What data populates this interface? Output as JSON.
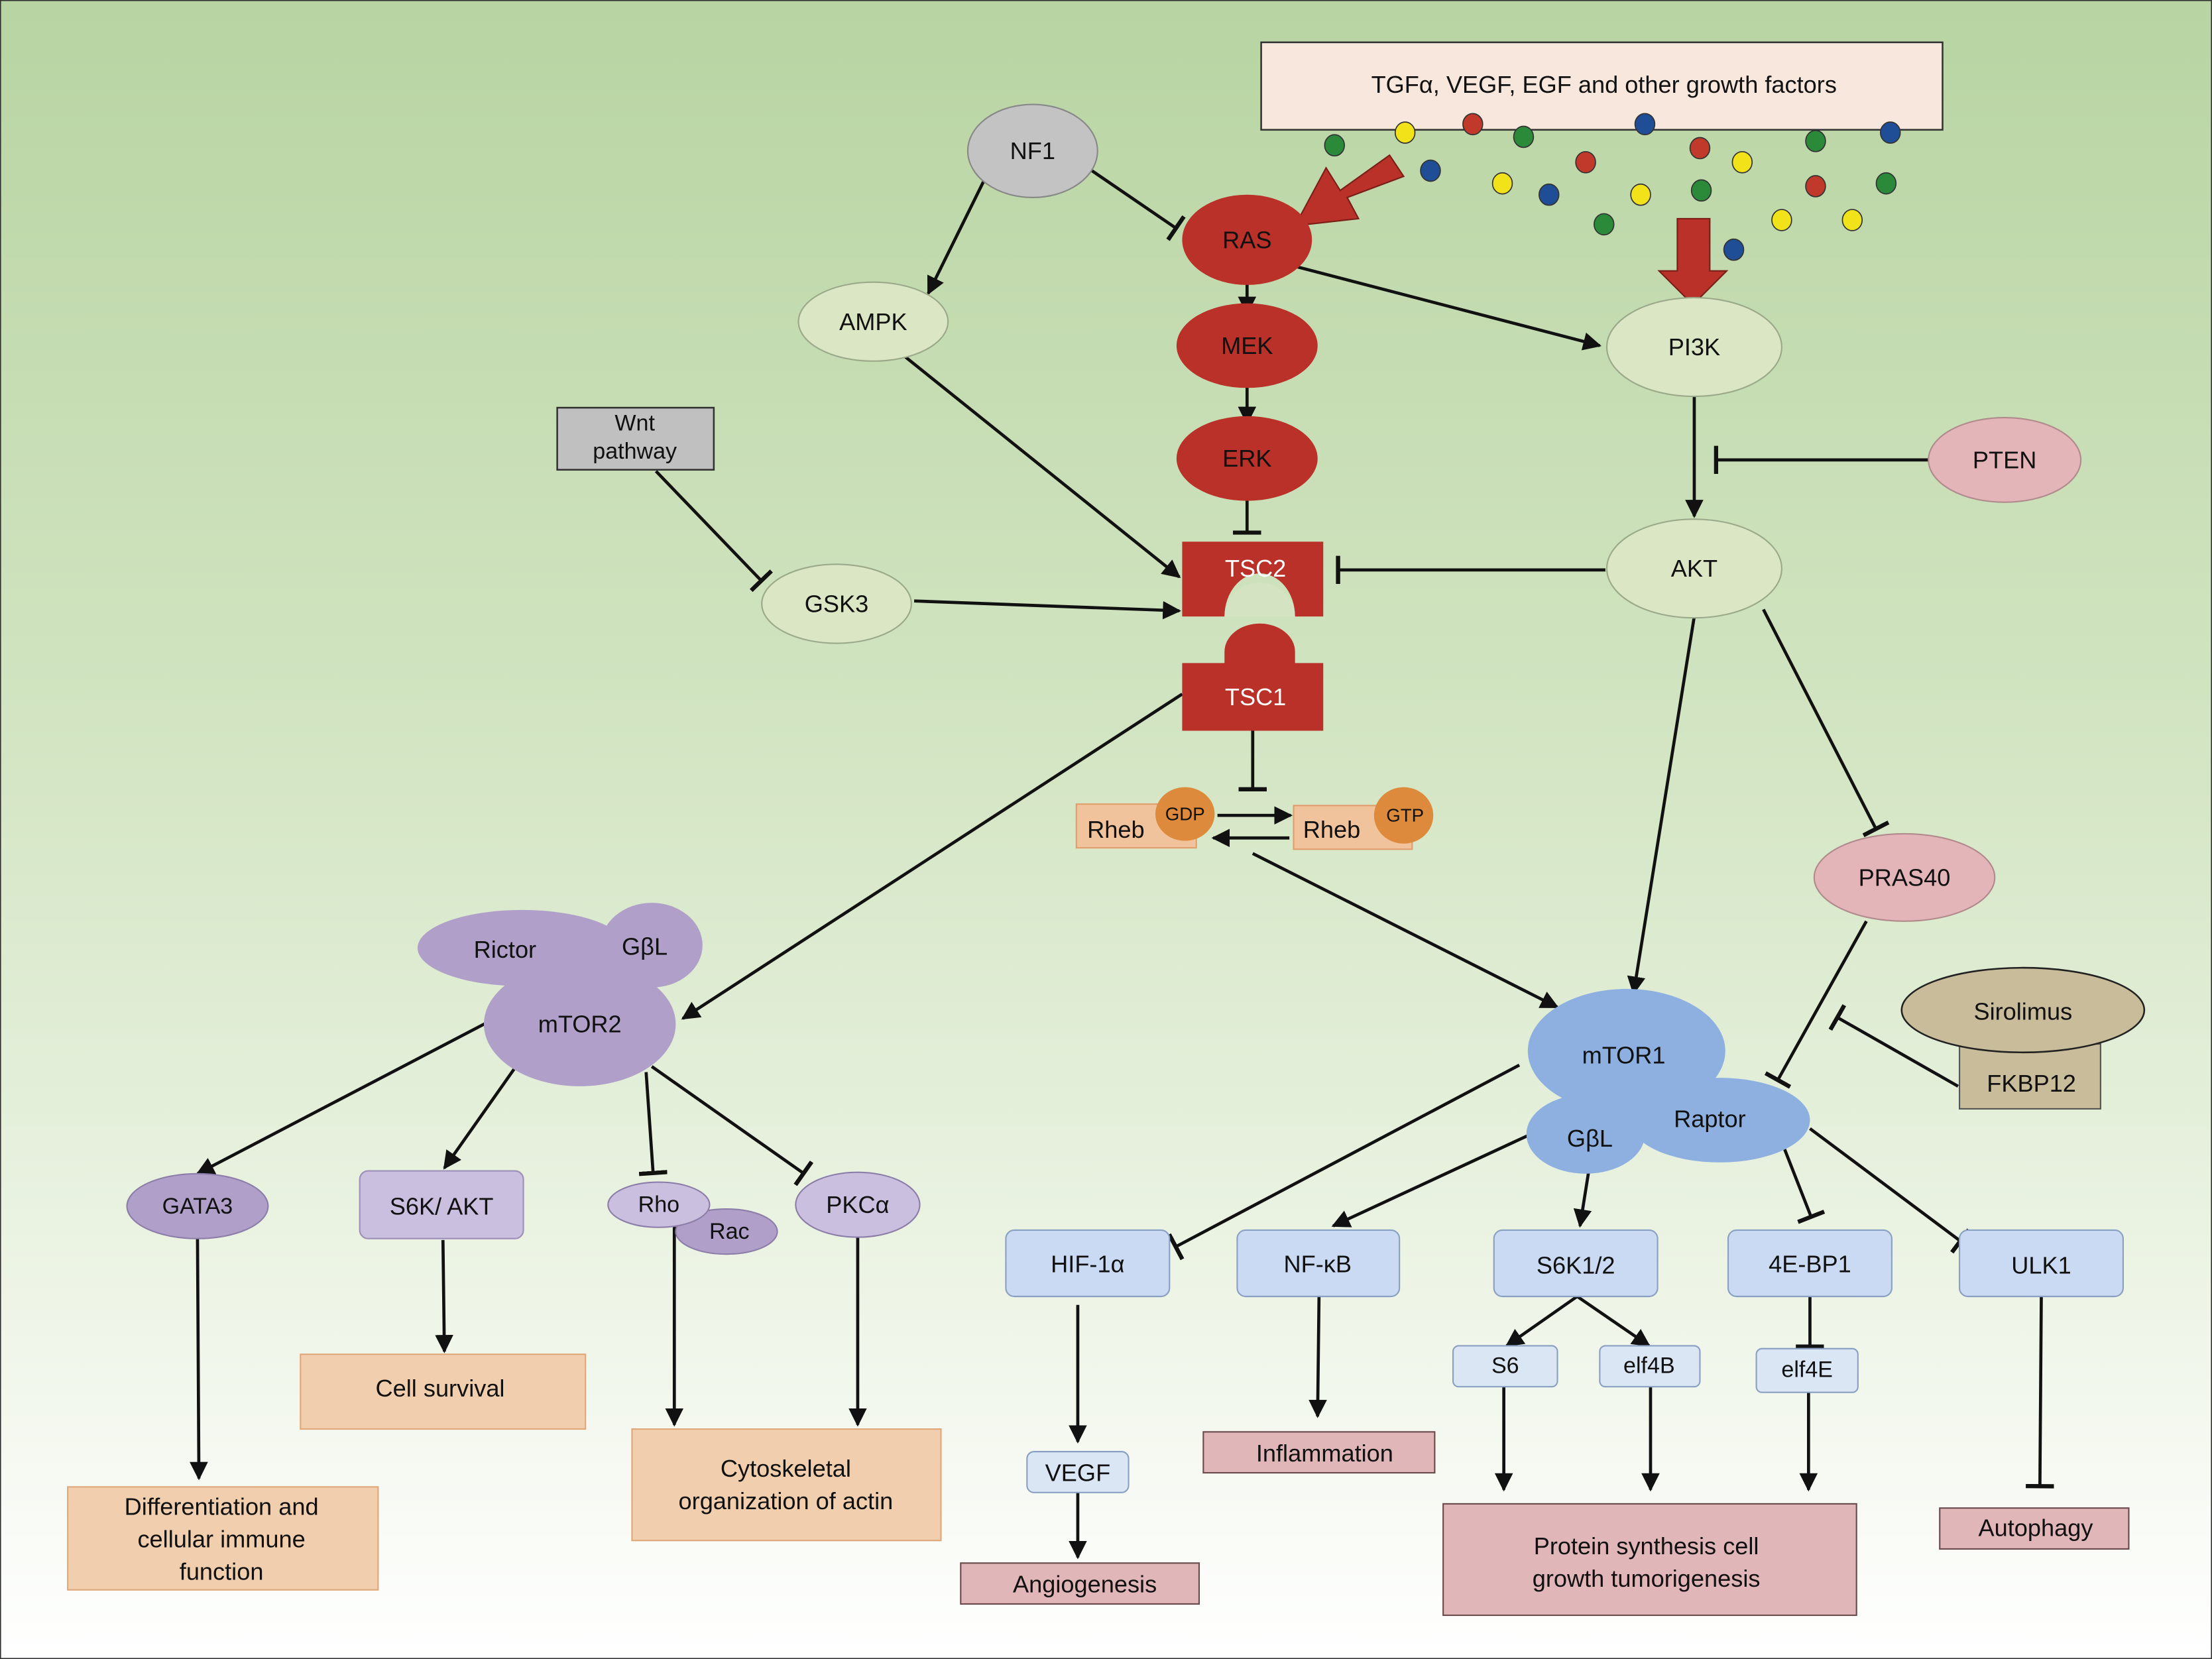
{
  "growth_factors": {
    "label": "TGFα, VEGF, EGF and other growth factors",
    "dot_colors": [
      "#2a8a3a",
      "#f2e21a",
      "#c0392b",
      "#1f4e96"
    ]
  },
  "nodes": {
    "nf1": "NF1",
    "ampk": "AMPK",
    "ras": "RAS",
    "mek": "MEK",
    "erk": "ERK",
    "pi3k": "PI3K",
    "pten": "PTEN",
    "akt": "AKT",
    "wnt": [
      "Wnt",
      "pathway"
    ],
    "gsk3": "GSK3",
    "tsc2": "TSC2",
    "tsc1": "TSC1",
    "rheb_gdp": {
      "protein": "Rheb",
      "nucleotide": "GDP"
    },
    "rheb_gtp": {
      "protein": "Rheb",
      "nucleotide": "GTP"
    },
    "pras40": "PRAS40",
    "sirolimus": "Sirolimus",
    "fkbp12": "FKBP12",
    "mtor2": {
      "rictor": "Rictor",
      "gbl": "GβL",
      "core": "mTOR2"
    },
    "mtor1": {
      "core": "mTOR1",
      "gbl": "GβL",
      "raptor": "Raptor"
    },
    "gata3": "GATA3",
    "s6k_akt": "S6K/ AKT",
    "rho": "Rho",
    "rac": "Rac",
    "pkca": "PKCα",
    "hif1a": "HIF-1α",
    "nfkb": "NF-κB",
    "s6k12": "S6K1/2",
    "ebp1": "4E-BP1",
    "ulk1": "ULK1",
    "s6": "S6",
    "elf4b": "elf4B",
    "elf4e": "elf4E",
    "vegf": "VEGF"
  },
  "outcomes": {
    "differentiation": [
      "Differentiation and",
      "cellular immune",
      "function"
    ],
    "cell_survival": "Cell survival",
    "cytoskeletal": [
      "Cytoskeletal",
      "organization of actin"
    ],
    "angiogenesis": "Angiogenesis",
    "inflammation": "Inflammation",
    "protein_synthesis": [
      "Protein synthesis cell",
      "growth tumorigenesis"
    ],
    "autophagy": "Autophagy"
  },
  "colors": {
    "bg_top": "#b9d5a3",
    "bg_bottom": "#ffffff",
    "red_node": "#b93128",
    "pale_green_node": "#dbe7c4",
    "grey_node": "#c3c3c3",
    "pink_node": "#e3b5b8",
    "purple_node": "#b0a0c9",
    "purple_light": "#cbbfe0",
    "blue_node": "#8db0e0",
    "blue_box": "#c9daf2",
    "blue_box_light": "#dbe6f5",
    "orange_outcome": "#f0ceae",
    "pink_outcome": "#e1b6b9",
    "tan": "#c8bc9a",
    "rheb_box": "#f1c39c",
    "nucleotide": "#dd8a3c",
    "header_box": "#f7e7dc"
  }
}
